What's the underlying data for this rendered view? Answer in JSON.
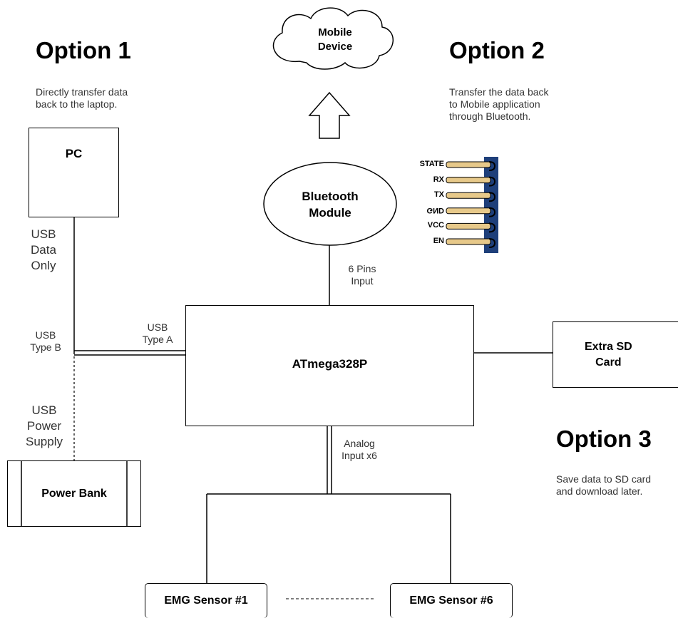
{
  "option1": {
    "title": "Option 1",
    "desc_line1": "Directly transfer data",
    "desc_line2": "back to the laptop."
  },
  "option2": {
    "title": "Option 2",
    "desc_line1": "Transfer the data back",
    "desc_line2": "to Mobile application",
    "desc_line3": "through Bluetooth."
  },
  "option3": {
    "title": "Option 3",
    "desc_line1": "Save data to SD card",
    "desc_line2": "and download later."
  },
  "nodes": {
    "mobile_line1": "Mobile",
    "mobile_line2": "Device",
    "bluetooth_line1": "Bluetooth",
    "bluetooth_line2": "Module",
    "pc": "PC",
    "mcu": "ATmega328P",
    "sd_line1": "Extra SD",
    "sd_line2": "Card",
    "power_bank": "Power Bank",
    "sensor1": "EMG Sensor #1",
    "sensor6": "EMG Sensor #6"
  },
  "labels": {
    "usb_data_1": "USB",
    "usb_data_2": "Data",
    "usb_data_3": "Only",
    "usb_typeb_1": "USB",
    "usb_typeb_2": "Type B",
    "usb_power_1": "USB",
    "usb_power_2": "Power",
    "usb_power_3": "Supply",
    "usb_typea_1": "USB",
    "usb_typea_2": "Type A",
    "pins_1": "6 Pins",
    "pins_2": "Input",
    "analog_1": "Analog",
    "analog_2": "Input x6"
  },
  "bluetooth_pins": [
    "STATE",
    "RX",
    "TX",
    "GND",
    "VCC",
    "EN"
  ],
  "colors": {
    "pin_lead": "#e7c98a",
    "header_body": "#1e3f7a",
    "pin_outline": "#000000"
  }
}
